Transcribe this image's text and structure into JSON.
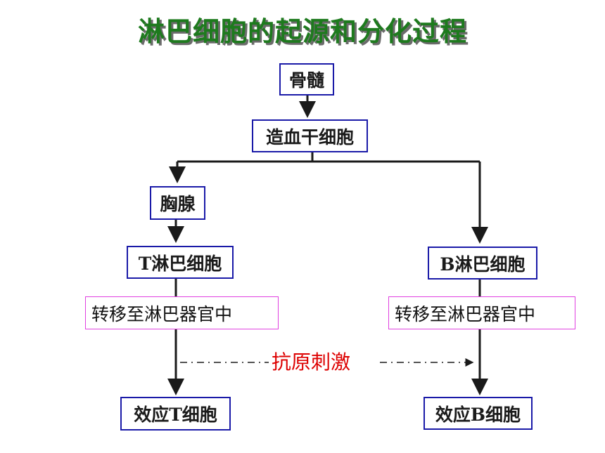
{
  "title": "淋巴细胞的起源和分化过程",
  "nodes": {
    "bone_marrow": "骨髓",
    "hsc": "造血干细胞",
    "thymus": "胸腺",
    "t_cell": "T淋巴细胞",
    "b_cell": "B淋巴细胞",
    "t_migrate": "转移至淋巴器官中",
    "b_migrate": "转移至淋巴器官中",
    "effector_t": "效应T细胞",
    "effector_b": "效应B细胞"
  },
  "stimulus": "抗原刺激",
  "colors": {
    "title": "#1e7a1e",
    "box_border": "#1a1aa8",
    "migrate_border": "#e040e0",
    "stimulus": "#dd0000"
  }
}
